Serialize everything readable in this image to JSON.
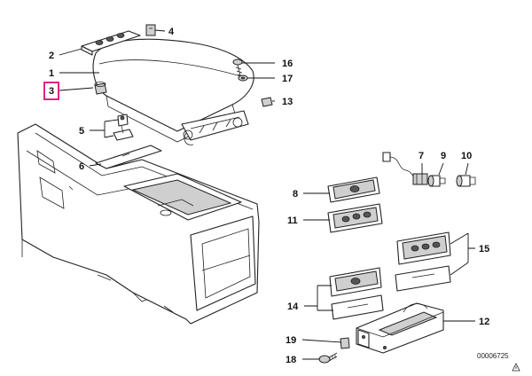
{
  "callouts": {
    "n1": "1",
    "n2": "2",
    "n3": "3",
    "n4": "4",
    "n5": "5",
    "n6": "6",
    "n7": "7",
    "n8": "8",
    "n9": "9",
    "n10": "10",
    "n11": "11",
    "n12": "12",
    "n13": "13",
    "n14": "14",
    "n15": "15",
    "n16": "16",
    "n17": "17",
    "n18": "18",
    "n19": "19"
  },
  "highlighted_callout": "3",
  "highlight_color": "#e0218a",
  "document_number": "00006725",
  "icons": {
    "copyright": "warning-triangle-icon"
  }
}
